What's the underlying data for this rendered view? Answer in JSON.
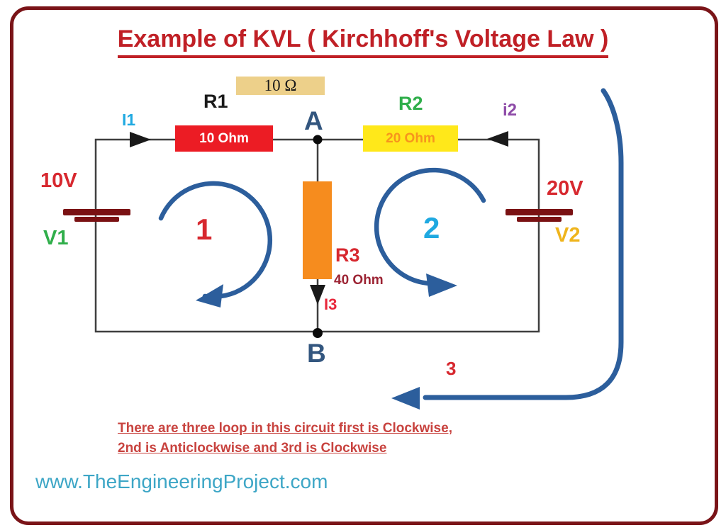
{
  "title": "Example of KVL ( Kirchhoff's Voltage Law )",
  "top_banner": "10 Ω",
  "resistors": {
    "r1": {
      "label": "R1",
      "value": "10 Ohm"
    },
    "r2": {
      "label": "R2",
      "value": "20 Ohm"
    },
    "r3": {
      "label": "R3",
      "value": "40 Ohm"
    }
  },
  "sources": {
    "v1": {
      "label": "V1",
      "voltage": "10V"
    },
    "v2": {
      "label": "V2",
      "voltage": "20V"
    }
  },
  "currents": {
    "i1": "I1",
    "i2": "i2",
    "i3": "I3"
  },
  "nodes": {
    "a": "A",
    "b": "B"
  },
  "loops": {
    "loop1": "1",
    "loop2": "2",
    "loop3": "3"
  },
  "note": {
    "line1": "There are three loop in this circuit first is Clockwise,",
    "line2": "2nd is Anticlockwise and 3rd is Clockwise"
  },
  "website": "www.TheEngineeringProject.com",
  "colors": {
    "border": "#7a1418",
    "title_red": "#c02026",
    "r1_body": "#ec1c24",
    "r2_body": "#ffe81a",
    "r3_body": "#f68c1e",
    "banner_tan": "#edd08a",
    "battery_bar": "#7a1113",
    "loop_arrow_blue": "#2c5e9c",
    "wire": "#3f3f3f",
    "cyan_accent": "#1fa9e1",
    "green_accent": "#2fae4a",
    "purple_accent": "#8e4ca8",
    "gold_accent": "#efb41c",
    "red_accent": "#d7282f",
    "website_teal": "#3da6c6"
  }
}
